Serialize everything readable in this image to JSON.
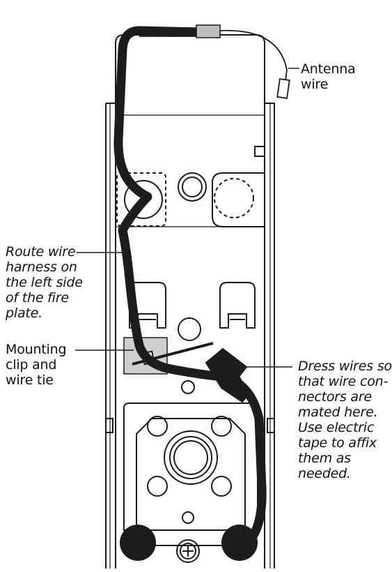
{
  "labels": {
    "antenna": "Antenna\nwire",
    "route": "Route wire\nharness on\nthe left side\nof the fire\nplate.",
    "mounting": "Mounting\nclip and\nwire tie",
    "dress": "Dress wires so\nthat wire con-\nnectors are\nmated here.\nUse electric\ntape to affix\nthem as\nneeded."
  },
  "colors": {
    "stroke": "#1a1a1a",
    "wire": "#1c1c1c",
    "clip": "#cfcfcf",
    "connector": "#bdbdbd"
  }
}
